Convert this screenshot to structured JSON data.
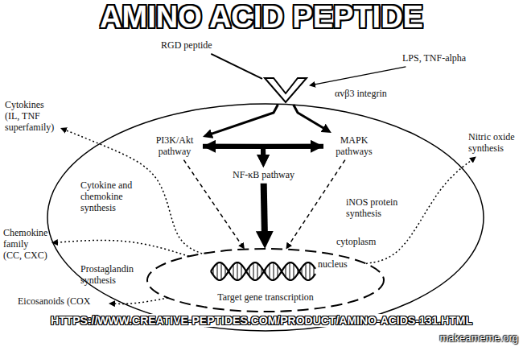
{
  "diagram": {
    "title": "AMINO ACID PEPTIDE",
    "caption": "HTTPS://WWW.CREATIVE-PEPTIDES.COM/PRODUCT/AMINO-ACIDS-131.HTML",
    "nodes": [
      {
        "text": [
          "RGD peptide"
        ]
      },
      {
        "text": [
          "LPS, TNF-alpha"
        ]
      },
      {
        "text": [
          "αvβ3 integrin"
        ]
      },
      {
        "text": [
          "cytoplasm"
        ]
      },
      {
        "text": [
          "PI3K/Akt pathway"
        ],
        "in": 3
      },
      {
        "text": [
          "MAPK pathways"
        ],
        "in": 3
      },
      {
        "text": [
          "NF-κB pathway"
        ],
        "in": 3
      },
      {
        "text": [
          "Cytokine and chemokine synthesis"
        ],
        "in": 3
      },
      {
        "text": [
          "iNOS protein synthesis"
        ],
        "in": 3
      },
      {
        "text": [
          "Prostaglandin synthesis"
        ],
        "in": 3
      },
      {
        "text": [
          "nucleus",
          "Target gene transcription"
        ],
        "in": 3
      },
      {
        "text": [
          "Cytokines (IL, TNF superfamily)"
        ]
      },
      {
        "text": [
          "Nitric oxide synthesis"
        ]
      },
      {
        "text": [
          "Chemokine family (CC, CXC)"
        ]
      },
      {
        "text": [
          "Eicosanoids (COX"
        ]
      }
    ],
    "edges": [
      {
        "from": 0,
        "to": 2,
        "arrow": "none"
      },
      {
        "from": 1,
        "to": 2,
        "arrow": "to"
      },
      {
        "from": 2,
        "to": 4,
        "arrow": "to"
      },
      {
        "from": 2,
        "to": 5,
        "arrow": "to"
      },
      {
        "from": 4,
        "to": 5,
        "arrow": "both"
      },
      {
        "from": 4,
        "to": 6,
        "arrow": "to"
      },
      {
        "from": 5,
        "to": 6,
        "arrow": "to"
      },
      {
        "from": 6,
        "to": 10,
        "arrow": "to"
      },
      {
        "from": 4,
        "to": 10,
        "arrow": "to"
      },
      {
        "from": 5,
        "to": 10,
        "arrow": "to"
      },
      {
        "from": 10,
        "to": 11,
        "arrow": "to"
      },
      {
        "from": 10,
        "to": 12,
        "arrow": "to"
      },
      {
        "from": 10,
        "to": 13,
        "arrow": "to"
      },
      {
        "from": 10,
        "to": 14,
        "arrow": "to"
      }
    ],
    "labels": [
      "makeameme.org"
    ]
  }
}
